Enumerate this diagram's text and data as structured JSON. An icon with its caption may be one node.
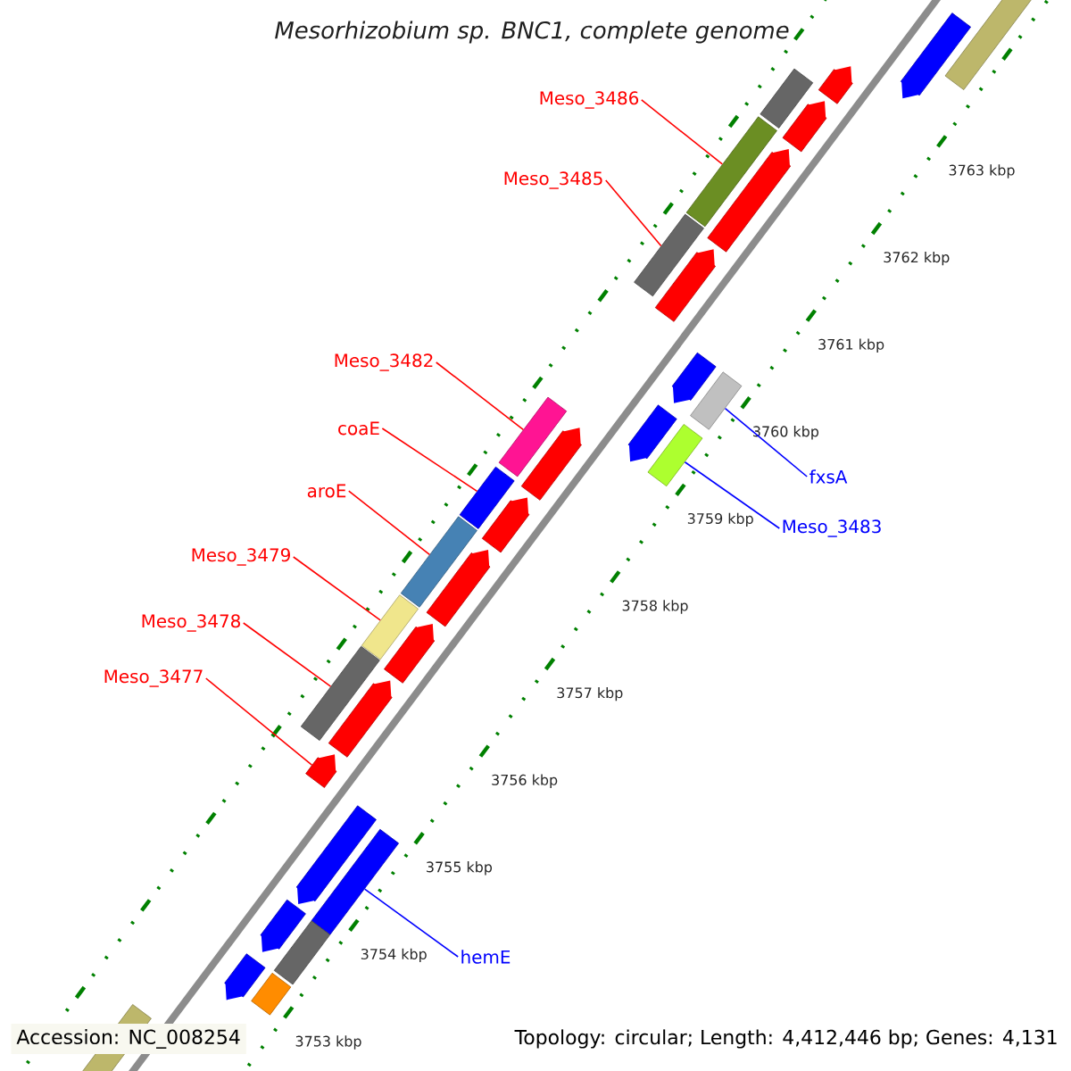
{
  "diagram": {
    "title": "Mesorhizobium sp. BNC1, complete genome",
    "nodes": [
      {
        "text": [
          "Meso_3486"
        ]
      },
      {
        "text": [
          "Meso_3485"
        ]
      },
      {
        "text": [
          "Meso_3482"
        ]
      },
      {
        "text": [
          "coaE"
        ]
      },
      {
        "text": [
          "fxsA"
        ]
      },
      {
        "text": [
          "aroE"
        ]
      },
      {
        "text": [
          "Meso_3483"
        ]
      },
      {
        "text": [
          "Meso_3479"
        ]
      },
      {
        "text": [
          "Meso_3478"
        ]
      },
      {
        "text": [
          "Meso_3477"
        ]
      },
      {
        "text": [
          "hemE"
        ]
      },
      {
        "text": [],
        "shape": "bar"
      },
      {
        "text": [],
        "shape": "bar"
      },
      {
        "text": [],
        "shape": "bar"
      },
      {
        "text": [],
        "shape": "bar"
      },
      {
        "text": [],
        "shape": "bar"
      },
      {
        "text": [],
        "shape": "bar"
      },
      {
        "text": [],
        "shape": "bar"
      },
      {
        "text": [],
        "shape": "bar"
      },
      {
        "text": [],
        "shape": "bar"
      },
      {
        "text": [],
        "shape": "arrow"
      },
      {
        "text": [],
        "shape": "bar"
      },
      {
        "text": [],
        "shape": "arrow"
      },
      {
        "text": [],
        "shape": "arrow"
      },
      {
        "text": [],
        "shape": "arrow"
      },
      {
        "text": [],
        "shape": "arrow"
      },
      {
        "text": [],
        "shape": "arrow"
      },
      {
        "text": [],
        "shape": "arrow"
      },
      {
        "text": [],
        "shape": "arrow"
      },
      {
        "text": [],
        "shape": "arrow"
      },
      {
        "text": [],
        "shape": "arrow"
      },
      {
        "text": [],
        "shape": "bar"
      },
      {
        "text": [],
        "shape": "arrow"
      },
      {
        "text": [],
        "shape": "arrow"
      },
      {
        "text": [],
        "shape": "arrow"
      },
      {
        "text": [],
        "shape": "bar"
      },
      {
        "text": [],
        "shape": "arrow"
      },
      {
        "text": [],
        "shape": "arrow"
      },
      {
        "text": [],
        "shape": "bar"
      },
      {
        "text": [],
        "shape": "arrow"
      },
      {
        "text": [],
        "shape": "bar"
      },
      {
        "text": [],
        "shape": "bar"
      }
    ],
    "edges": [
      {
        "from": 0,
        "to": 11,
        "arrow": "none"
      },
      {
        "from": 1,
        "to": 12,
        "arrow": "none"
      },
      {
        "from": 2,
        "to": 13,
        "arrow": "none"
      },
      {
        "from": 3,
        "to": 14,
        "arrow": "none"
      },
      {
        "from": 4,
        "to": 15,
        "arrow": "none",
        "color": "#0000ff"
      },
      {
        "from": 5,
        "to": 16,
        "arrow": "none"
      },
      {
        "from": 6,
        "to": 17,
        "arrow": "none",
        "color": "#0000ff"
      },
      {
        "from": 7,
        "to": 18,
        "arrow": "none"
      },
      {
        "from": 8,
        "to": 19,
        "arrow": "none"
      },
      {
        "from": 9,
        "to": 20,
        "arrow": "none"
      },
      {
        "from": 10,
        "to": 21,
        "arrow": "none",
        "color": "#0000ff"
      }
    ],
    "labels": [
      "3763 kbp",
      "3762 kbp",
      "3761 kbp",
      "3760 kbp",
      "3759 kbp",
      "3758 kbp",
      "3757 kbp",
      "3756 kbp",
      "3755 kbp",
      "3754 kbp",
      "3753 kbp",
      "Accession: NC_008254",
      "Topology: circular; Length: 4,412,446 bp; Genes: 4,131"
    ]
  }
}
